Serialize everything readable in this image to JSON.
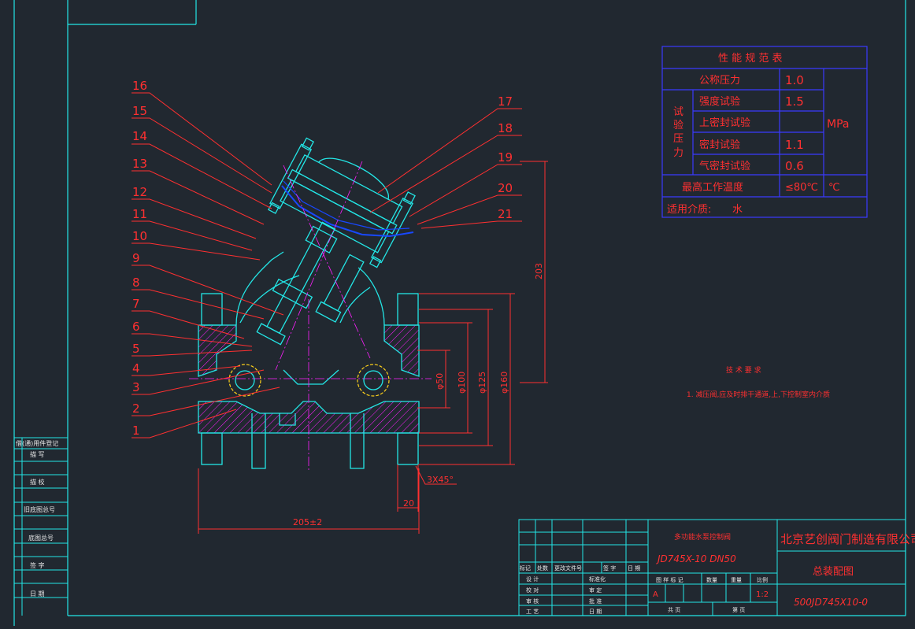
{
  "colors": {
    "background": "#212830",
    "frame": "#23e6e6",
    "leader": "#ff3030",
    "table": "#3a3aff",
    "hatch": "#ff20ff",
    "seal": "#1848ff",
    "circle": "#ffd21a",
    "white": "#e8e8e8"
  },
  "balloons": [
    "16",
    "15",
    "14",
    "13",
    "12",
    "11",
    "10",
    "9",
    "8",
    "7",
    "6",
    "5",
    "4",
    "3",
    "2",
    "1",
    "17",
    "18",
    "19",
    "20",
    "21"
  ],
  "dimensions": {
    "d50": "φ50",
    "d100": "φ100",
    "d125": "φ125",
    "d160": "φ160",
    "h203": "203",
    "chamfer": "3X45°",
    "flange": "20",
    "length": "205±2"
  },
  "spec_table": {
    "title": "性 能 规 范 表",
    "nominal_label": "公称压力",
    "nominal_value": "1.0",
    "test_label": "试验压力",
    "rows": [
      {
        "label": "强度试验",
        "value": "1.5"
      },
      {
        "label": "上密封试验",
        "value": ""
      },
      {
        "label": "密封试验",
        "value": "1.1"
      },
      {
        "label": "气密封试验",
        "value": "0.6"
      }
    ],
    "unit": "MPa",
    "temp_label": "最高工作温度",
    "temp_value": "≤80℃",
    "temp_unit": "℃",
    "medium_label": "适用介质:",
    "medium_value": "水"
  },
  "tech": {
    "title": "技 术 要 求",
    "note": "1. 减压阀,应及时排干通道,上,下控制室内介质"
  },
  "left_column": [
    "借(通)用件登记",
    "描  写",
    "描  校",
    "旧底图总号",
    "底图总号",
    "签  字",
    "日  期"
  ],
  "title_block": {
    "product": "多功能水泵控制阀",
    "model": "JD745X-10  DN50",
    "company": "北京艺创阀门制造有限公司",
    "drawing_name": "总装配图",
    "drawing_no": "500JD745X10-0",
    "rev_headers": [
      "标记",
      "处数",
      "更改文件号",
      "签 字",
      "日 期"
    ],
    "roles_left": [
      "设  计",
      "校  对",
      "审  核",
      "工  艺"
    ],
    "roles_right": [
      "标准化",
      "审  定",
      "批  准",
      "日  期"
    ],
    "stage_headers": [
      "图 样 标 记",
      "数量",
      "重量",
      "比例"
    ],
    "stage_mark": "A",
    "scale": "1:2",
    "sheets_total": "共    页",
    "sheet_no": "第    页"
  }
}
